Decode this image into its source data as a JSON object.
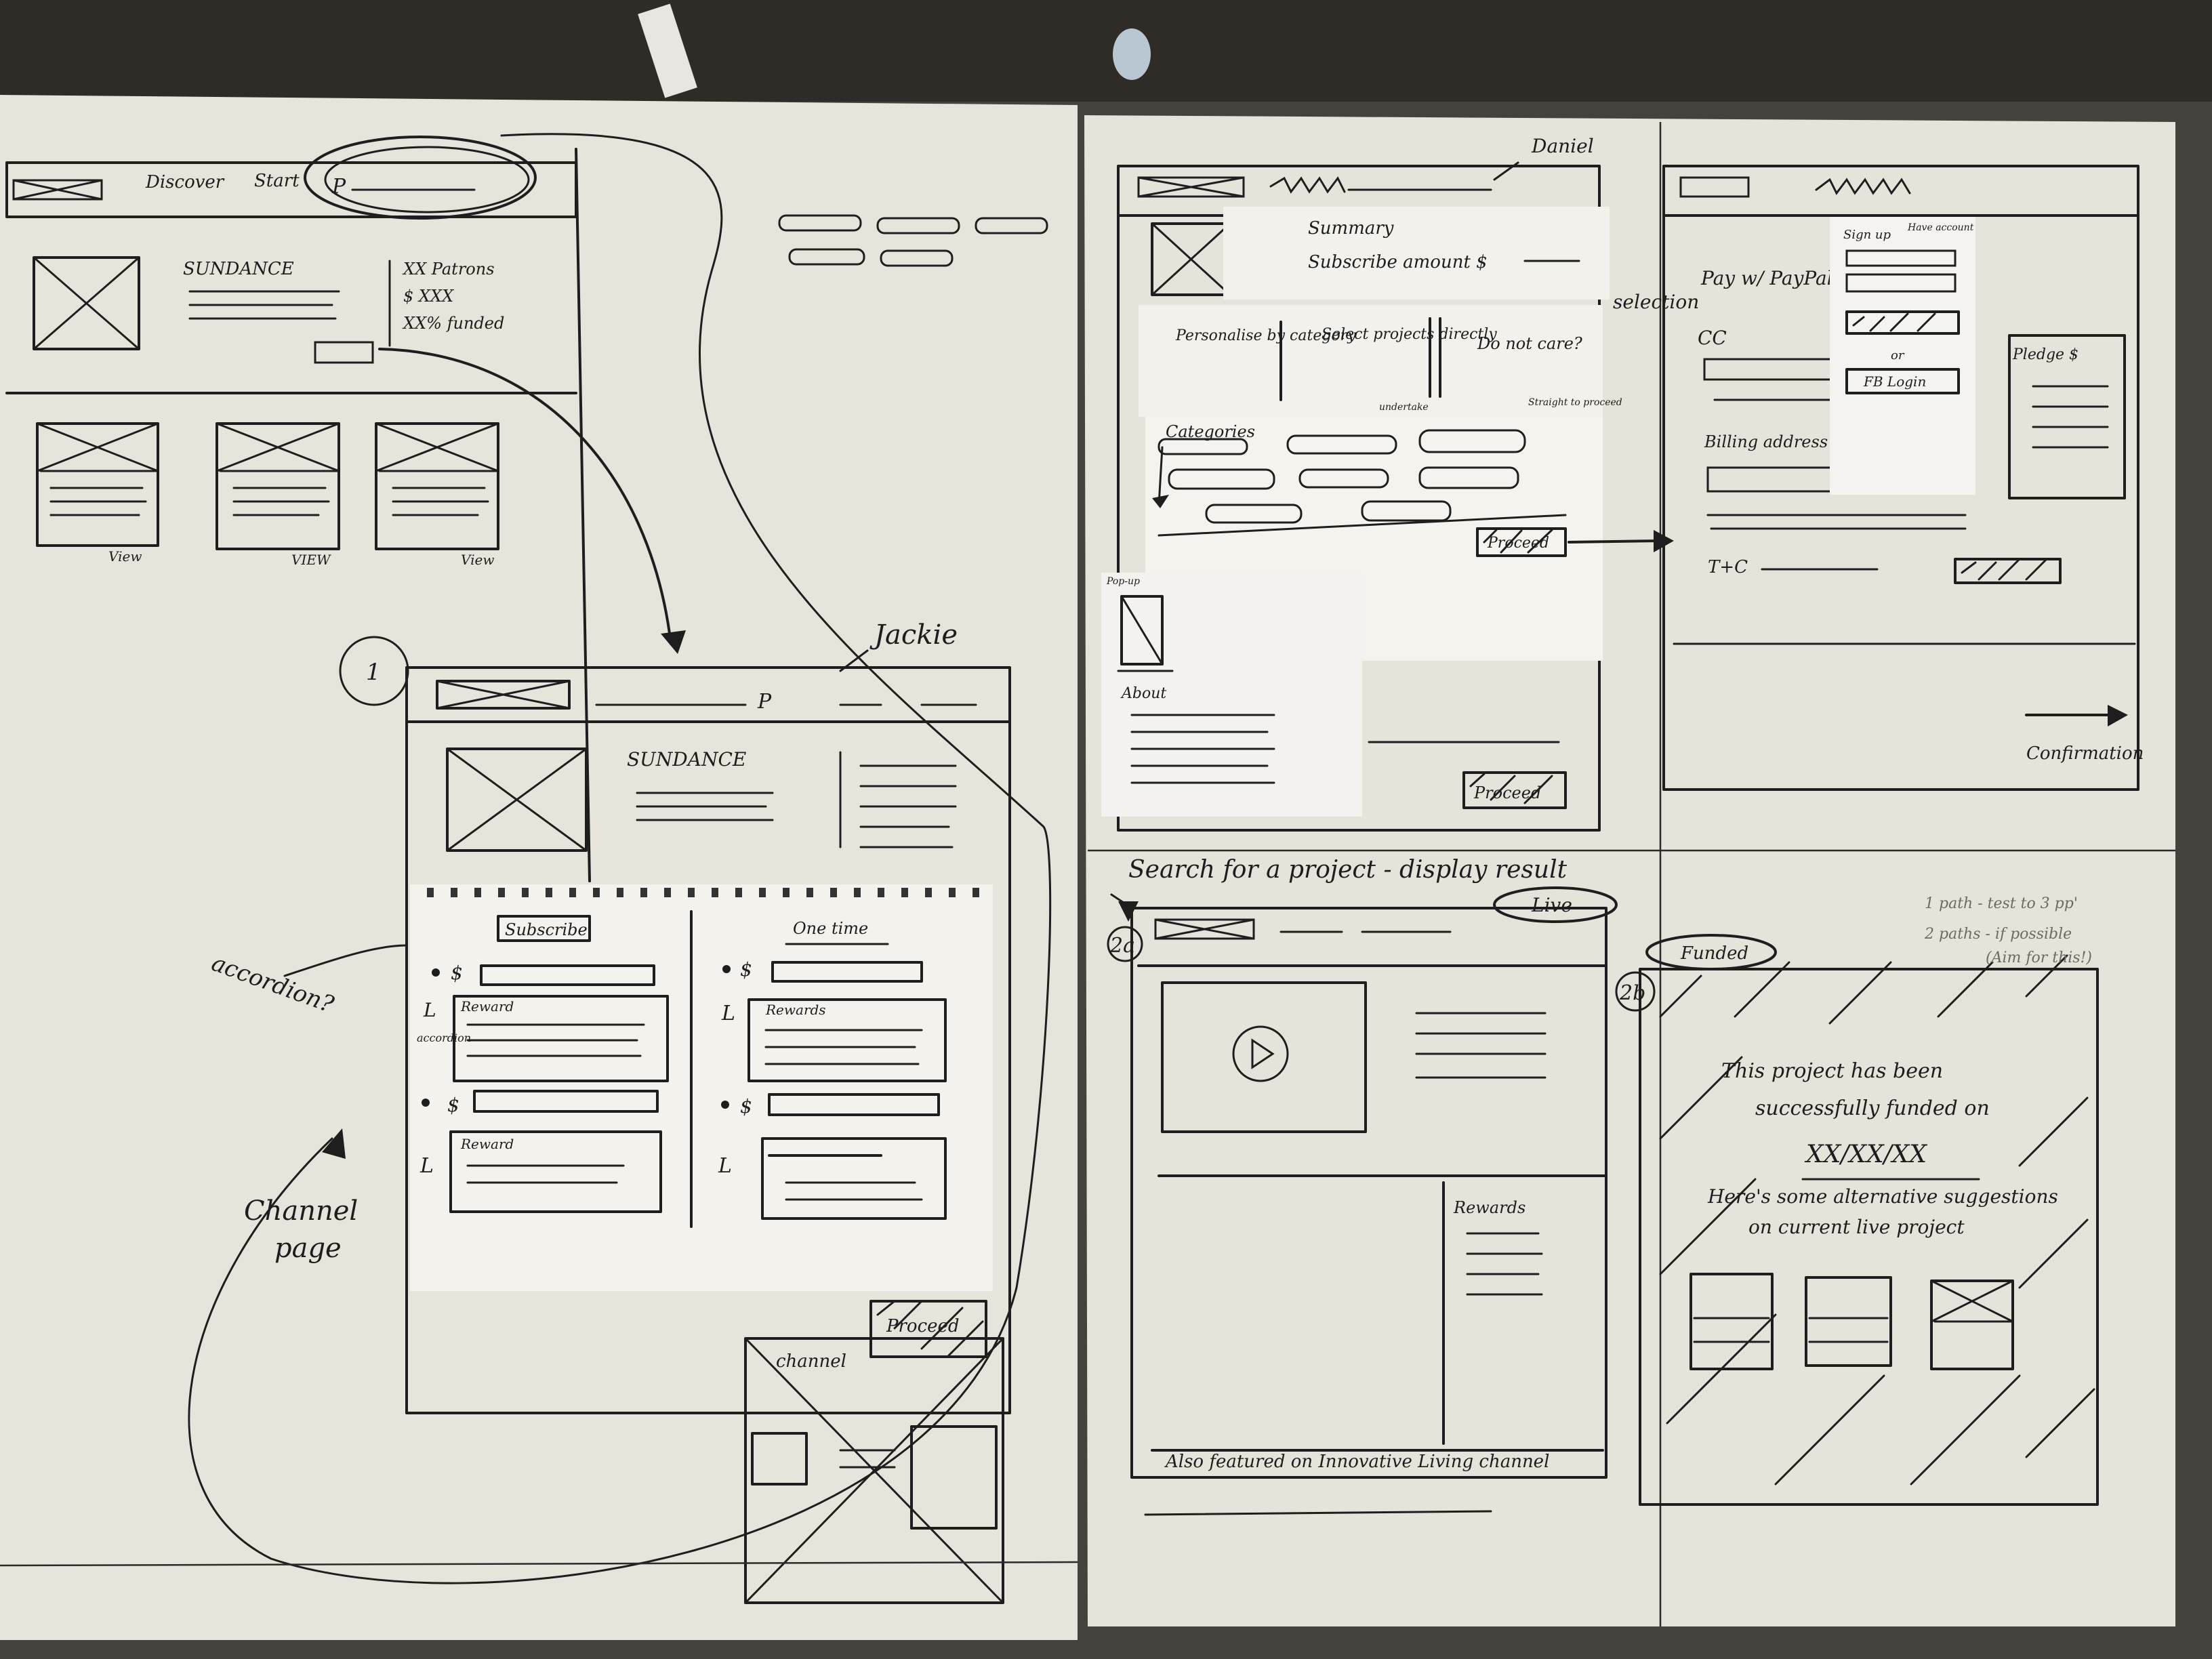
{
  "left_board": {
    "homepage": {
      "nav": [
        "Discover",
        "Start",
        "P"
      ],
      "project_title": "SUNDANCE",
      "stats": [
        "XX Patrons",
        "$ XXX",
        "XX% funded"
      ],
      "card_buttons": [
        "View",
        "VIEW",
        "View"
      ]
    },
    "step_number": "1",
    "author": "Jackie",
    "project_page": {
      "title": "SUNDANCE",
      "search_glyph": "P"
    },
    "pledge_sheet": {
      "subscribe_tab": "Subscribe",
      "one_time_tab": "One time",
      "reward_label": "Reward",
      "rewards_label": "Rewards",
      "accordion_label": "accordion",
      "currency": "$",
      "proceed_label": "Proceed"
    },
    "accordion_note": "accordion?",
    "channel_note": [
      "Channel",
      "page"
    ],
    "channel_label": "channel"
  },
  "right_board": {
    "author": "Daniel",
    "summary_note": {
      "title": "Summary",
      "subtitle": "Subscribe amount $"
    },
    "selection_label": "selection",
    "options": [
      "Personalise by category",
      "Select projects directly",
      "Do not care?"
    ],
    "option_tags": [
      "undertake",
      "Straight to proceed"
    ],
    "categories_label": "Categories",
    "proceed_label": "Proceed",
    "popup_note": {
      "label": "Pop-up",
      "about": "About"
    },
    "payment": {
      "title": "Pay w/ PayPal",
      "cc": "CC",
      "billing": "Billing address",
      "tc": "T+C",
      "pledge": "Pledge $",
      "signup": "Sign up",
      "account": "Have account",
      "or": "or",
      "fb": "FB Login",
      "confirmation": "Confirmation"
    },
    "search_heading": "Search for a project - display result",
    "live_label": "Live",
    "funded_label": "Funded",
    "step_2a": "2a",
    "step_2b": "2b",
    "rewards_label": "Rewards",
    "also_featured": "Also featured on Innovative Living channel",
    "funded_message": [
      "This project has been",
      "successfully funded on",
      "XX/XX/XX"
    ],
    "suggestion_message": [
      "Here's some alternative suggestions",
      "on current live project"
    ],
    "side_note": [
      "1 path - test to 3 pp'",
      "2 paths - if possible",
      "(Aim for this!)"
    ]
  }
}
